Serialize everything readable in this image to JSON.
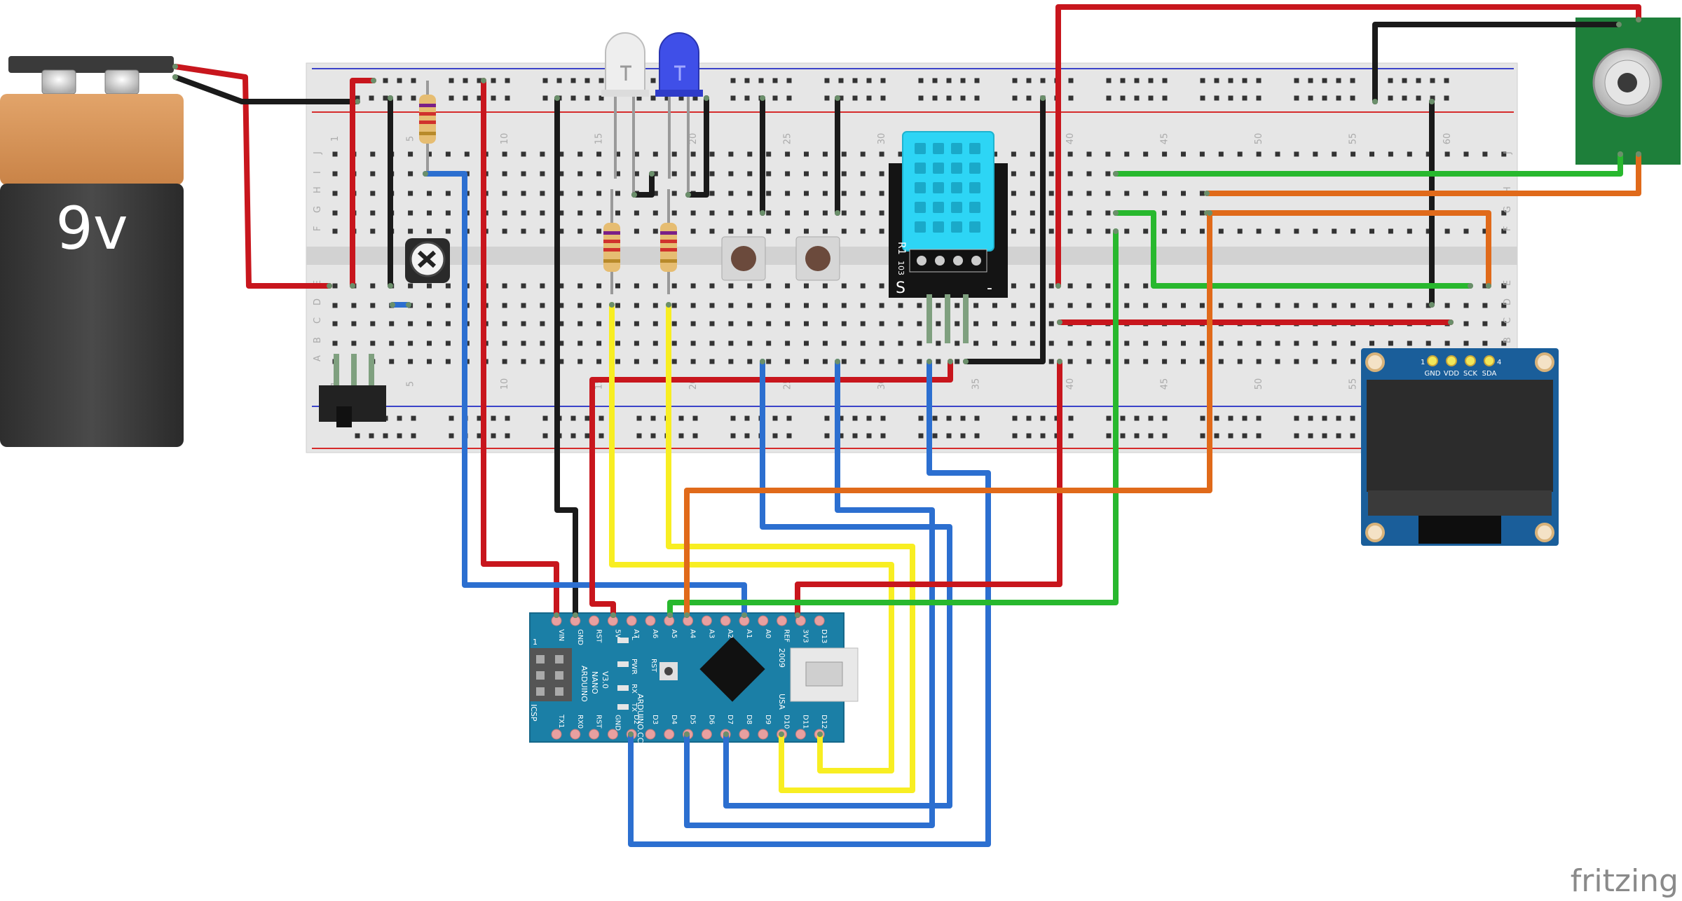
{
  "battery": {
    "label": "9v"
  },
  "breadboard": {
    "row_letters_top": [
      "J",
      "I",
      "H",
      "G",
      "F"
    ],
    "row_letters_bottom": [
      "E",
      "D",
      "C",
      "B",
      "A"
    ],
    "column_numbers": [
      "1",
      "5",
      "10",
      "15",
      "20",
      "25",
      "30",
      "35",
      "40",
      "45",
      "50",
      "55",
      "60"
    ]
  },
  "dht_module": {
    "resistor_label": "R1",
    "resistor_value": "103",
    "signal_label": "S",
    "ground_label": "-"
  },
  "oled": {
    "pins": [
      "GND",
      "VDD",
      "SCK",
      "SDA"
    ],
    "pin_first": "1",
    "pin_last": "4"
  },
  "arduino": {
    "board_name": "ARDUINO",
    "board_model": "NANO",
    "board_version": "V3.0",
    "brand": "ARDUINO.CC",
    "year": "2009",
    "country": "USA",
    "icsp_label": "ICSP",
    "icsp_pin": "1",
    "led_labels": [
      "L",
      "PWR",
      "RX",
      "TX"
    ],
    "reset_label": "RST",
    "top_pins": [
      "VIN",
      "GND",
      "RST",
      "5V",
      "A7",
      "A6",
      "A5",
      "A4",
      "A3",
      "A2",
      "A1",
      "A0",
      "REF",
      "3V3",
      "D13"
    ],
    "bottom_pins": [
      "TX1",
      "RX0",
      "RST",
      "GND",
      "D2",
      "D3",
      "D4",
      "D5",
      "D6",
      "D7",
      "D8",
      "D9",
      "D10",
      "D11",
      "D12"
    ]
  },
  "watermark": "fritzing",
  "colors": {
    "wire_red": "#c8161d",
    "wire_black": "#1a1a1a",
    "wire_blue": "#2c6fd0",
    "wire_yellow": "#f8ee22",
    "wire_green": "#28b82e",
    "wire_orange": "#e06a1a",
    "nano_blue": "#1b7fa6",
    "breadboard": "#e8e8e8",
    "dht_blue": "#2dd5f5",
    "oled_blue": "#1a5e9a",
    "battery_copper": "#d39155"
  }
}
